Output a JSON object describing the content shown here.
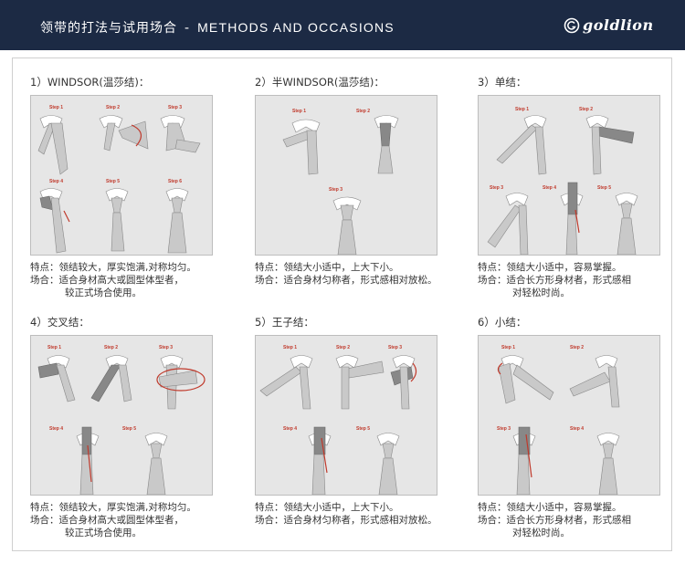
{
  "header": {
    "title_cn": "领带的打法与试用场合",
    "separator": "-",
    "title_en": "METHODS AND OCCASIONS",
    "logo_text": "goldlion",
    "logo_icon": "goldlion-circle-g-icon"
  },
  "sections": [
    {
      "title": "1）WINDSOR(温莎结)：",
      "steps": [
        "Step 1",
        "Step 2",
        "Step 3",
        "Step 4",
        "Step 5",
        "Step 6"
      ],
      "feature": "特点：领结较大，厚实饱满,对称均匀。",
      "occasion": "场合：适合身材高大或圆型体型者，",
      "occasion_cont": "较正式场合使用。"
    },
    {
      "title": "2）半WINDSOR(温莎结)：",
      "steps": [
        "Step 1",
        "Step 2",
        "Step 3"
      ],
      "feature": "特点：领结大小适中，上大下小。",
      "occasion": "场合：适合身材匀称者，形式感相对放松。",
      "occasion_cont": ""
    },
    {
      "title": "3）单结：",
      "steps": [
        "Step 1",
        "Step 2",
        "Step 3",
        "Step 4",
        "Step 5"
      ],
      "feature": "特点：领结大小适中，容易掌握。",
      "occasion": "场合：适合长方形身材者，形式感相",
      "occasion_cont": "对轻松时尚。"
    },
    {
      "title": "4）交叉结：",
      "steps": [
        "Step 1",
        "Step 2",
        "Step 3",
        "Step 4",
        "Step 5"
      ],
      "feature": "特点：领结较大，厚实饱满,对称均匀。",
      "occasion": "场合：适合身材高大或圆型体型者，",
      "occasion_cont": "较正式场合使用。"
    },
    {
      "title": "5）王子结：",
      "steps": [
        "Step 1",
        "Step 2",
        "Step 3",
        "Step 4",
        "Step 5"
      ],
      "feature": "特点：领结大小适中，上大下小。",
      "occasion": "场合：适合身材匀称者，形式感相对放松。",
      "occasion_cont": ""
    },
    {
      "title": "6）小结：",
      "steps": [
        "Step 1",
        "Step 2",
        "Step 3",
        "Step 4"
      ],
      "feature": "特点：领结大小适中，容易掌握。",
      "occasion": "场合：适合长方形身材者，形式感相",
      "occasion_cont": "对轻松时尚。"
    }
  ],
  "colors": {
    "header_bg": "#1c2a44",
    "panel_bg": "#e6e6e6",
    "tie": "#c9c9c9",
    "collar": "#ffffff",
    "arrow": "#c0392b"
  }
}
